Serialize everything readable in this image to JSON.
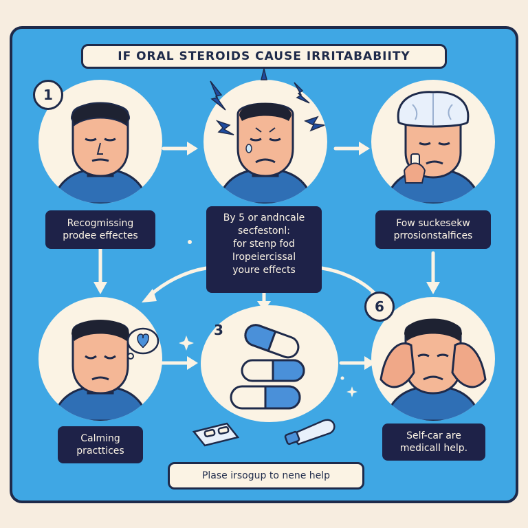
{
  "title": "IF ORAL STEROIDS  CAUSE IRRITABABIITY",
  "steps": [
    {
      "badge": "1",
      "label_lines": [
        "Recogmissing",
        "prodee effectes"
      ]
    },
    {
      "label_lines": [
        "By 5  or andncale",
        "secfestonl:",
        "for stenp fod",
        "Iropeiercissal",
        "youre effects"
      ]
    },
    {
      "label_lines": [
        "Fow suckesekw",
        "prrosionstalfices"
      ]
    },
    {
      "label_lines": [
        "Calming",
        "practtices"
      ]
    },
    {
      "badge": "3"
    },
    {
      "badge": "6",
      "label_lines": [
        "Self-car are",
        "medicall help."
      ]
    }
  ],
  "bottom_banner": "Plase irsogup to nene help",
  "colors": {
    "background": "#3fa7e4",
    "outer": "#f7ede0",
    "panel": "#fbf3e4",
    "label_bg": "#1e2248",
    "outline": "#1e2a4a",
    "pill_blue": "#4a90d9"
  }
}
